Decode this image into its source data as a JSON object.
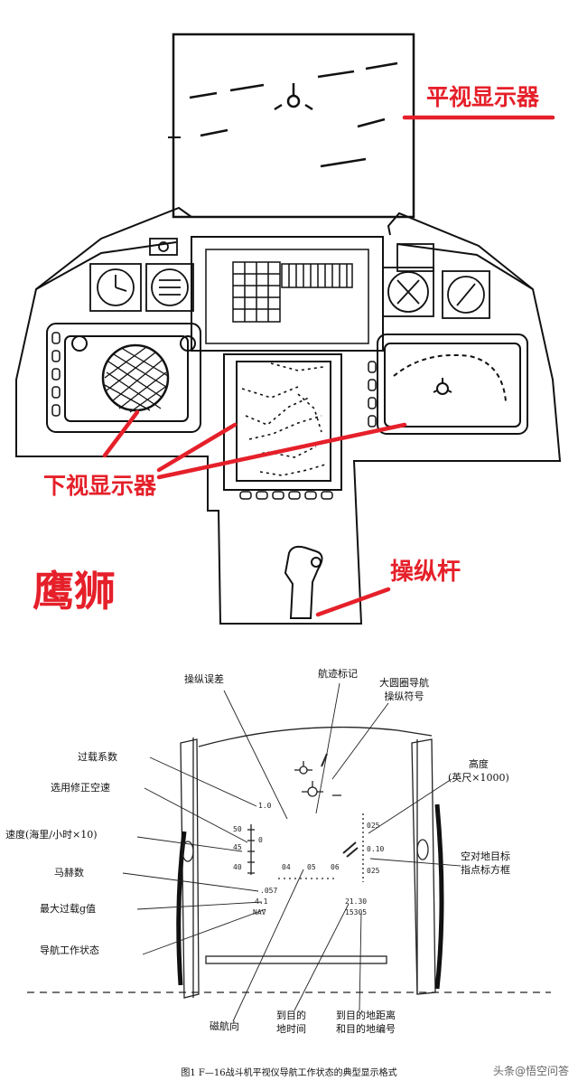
{
  "top_labels": {
    "hud": "平视显示器",
    "mfd": "下视显示器",
    "stick": "操纵杆",
    "aircraft": "鹰狮"
  },
  "hud_labels": {
    "steering_error": "操纵误差",
    "track_mark": "航迹标记",
    "great_circle_1": "大圆圈导航",
    "great_circle_2": "操纵符号",
    "altitude_1": "高度",
    "altitude_2": "(英尺×1000)",
    "load_factor": "过载系数",
    "selected_airspeed": "选用修正空速",
    "speed": "速度(海里/小时×10)",
    "mach": "马赫数",
    "max_g": "最大过载g值",
    "nav_state": "导航工作状态",
    "target_box_1": "空对地目标",
    "target_box_2": "指点标方框",
    "magnetic_heading": "磁航向",
    "time_to_dest_1": "到目的",
    "time_to_dest_2": "地时间",
    "dist_to_dest_1": "到目的地距离",
    "dist_to_dest_2": "和目的地编号"
  },
  "hud_values": {
    "load": "1.0",
    "speed_hi": "50",
    "speed_mid": "45",
    "speed_lo": "40",
    "speed_bug": "0",
    "heading_left": "04",
    "heading_mid": "05",
    "heading_right": "06",
    "alt_hi": "025",
    "alt_mid": "0.10",
    "alt_lo": "025",
    "mach": ".057",
    "max_g": "4.1",
    "nav": "NAV",
    "time": "21.30",
    "distance": "15305"
  },
  "caption": "图1 F—16战斗机平视仪导航工作状态的典型显示格式",
  "watermark": "头条@悟空问答"
}
